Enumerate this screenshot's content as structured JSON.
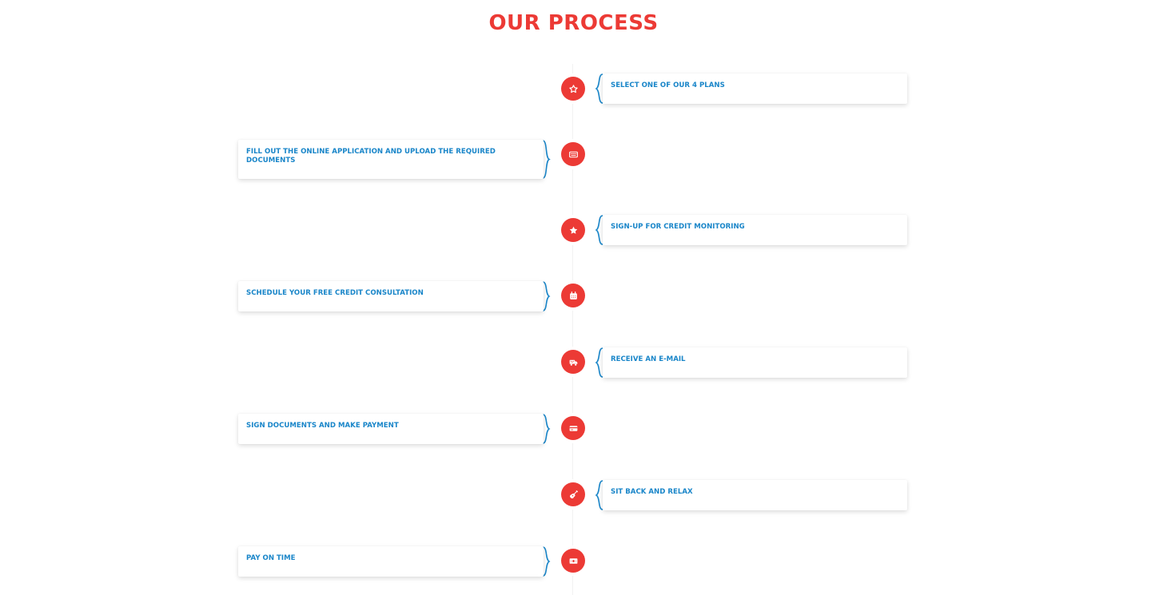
{
  "section": {
    "title": "OUR PROCESS"
  },
  "colors": {
    "accent": "#ec3a35",
    "text_blue": "#1a86c9",
    "card_bg": "#ffffff"
  },
  "steps": [
    {
      "label": "SELECT ONE OF OUR 4 PLANS",
      "icon": "star-outline-icon",
      "side": "right"
    },
    {
      "label": "FILL OUT THE ONLINE APPLICATION AND UPLOAD THE REQUIRED DOCUMENTS",
      "icon": "keyboard-icon",
      "side": "left"
    },
    {
      "label": "SIGN-UP FOR CREDIT MONITORING",
      "icon": "star-icon",
      "side": "right"
    },
    {
      "label": "SCHEDULE YOUR FREE CREDIT CONSULTATION",
      "icon": "calendar-icon",
      "side": "left"
    },
    {
      "label": "RECEIVE AN E-MAIL",
      "icon": "mail-truck-icon",
      "side": "right"
    },
    {
      "label": "SIGN DOCUMENTS AND MAKE PAYMENT",
      "icon": "credit-card-icon",
      "side": "left"
    },
    {
      "label": "SIT BACK AND RELAX",
      "icon": "guitar-icon",
      "side": "right"
    },
    {
      "label": "PAY ON TIME",
      "icon": "money-icon",
      "side": "left"
    }
  ]
}
